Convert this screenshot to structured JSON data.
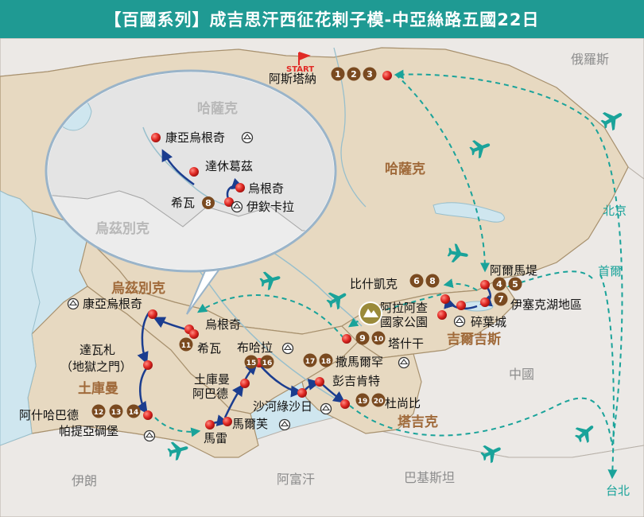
{
  "title": "【百國系列】成吉思汗西征花剌子模-中亞絲路五國22日",
  "start_label": "START",
  "colors": {
    "title_bg": "#1f9a93",
    "land_main": "#e7d9c1",
    "land_other": "#ece9e6",
    "water": "#cfe6ef",
    "route": "#1b3d8f",
    "flight": "#1aa39a",
    "pin": "#e12a25",
    "badge": "#7a4a20",
    "country_main": "#a06a3a",
    "country_other": "#8d8d8d"
  },
  "countries": [
    {
      "id": "kz",
      "label": "哈薩克",
      "main": true
    },
    {
      "id": "uz",
      "label": "烏茲別克",
      "main": true
    },
    {
      "id": "tm",
      "label": "土庫曼",
      "main": true
    },
    {
      "id": "kg",
      "label": "吉爾吉斯",
      "main": true
    },
    {
      "id": "tj",
      "label": "塔吉克",
      "main": true
    },
    {
      "id": "ru",
      "label": "俄羅斯",
      "main": false
    },
    {
      "id": "cn",
      "label": "中國",
      "main": false
    },
    {
      "id": "ir",
      "label": "伊朗",
      "main": false
    },
    {
      "id": "af",
      "label": "阿富汗",
      "main": false
    },
    {
      "id": "pk",
      "label": "巴基斯坦",
      "main": false
    }
  ],
  "inset": {
    "kz_label": "哈薩克",
    "uz_label": "烏茲別克",
    "stops": [
      "康亞烏根奇",
      "達休葛茲",
      "烏根奇",
      "希瓦",
      "伊欽卡拉"
    ],
    "day": "8"
  },
  "cities": [
    {
      "id": "astana",
      "label": "阿斯塔納",
      "days": [
        "1",
        "2",
        "3"
      ]
    },
    {
      "id": "almaty",
      "label": "阿爾馬堤",
      "days": [
        "4",
        "5"
      ]
    },
    {
      "id": "issyk",
      "label": "伊塞克湖地區",
      "days": [
        "7"
      ]
    },
    {
      "id": "suyab",
      "label": "碎葉城",
      "days": []
    },
    {
      "id": "bishkek",
      "label": "比什凱克",
      "days": [
        "6",
        "8"
      ]
    },
    {
      "id": "alaarcha1",
      "label": "阿拉阿查",
      "days": []
    },
    {
      "id": "alaarcha2",
      "label": "國家公園",
      "days": []
    },
    {
      "id": "tashkent",
      "label": "塔什干",
      "days": [
        "9",
        "10"
      ]
    },
    {
      "id": "kunya",
      "label": "康亞烏根奇",
      "days": []
    },
    {
      "id": "urgench",
      "label": "烏根奇",
      "days": []
    },
    {
      "id": "khiva",
      "label": "希瓦",
      "days": [
        "11"
      ]
    },
    {
      "id": "darvaza1",
      "label": "達瓦札",
      "days": []
    },
    {
      "id": "darvaza2",
      "label": "（地獄之門）",
      "days": []
    },
    {
      "id": "ashgabat",
      "label": "阿什哈巴德",
      "days": [
        "12",
        "13",
        "14"
      ]
    },
    {
      "id": "nisa",
      "label": "帕提亞碉堡",
      "days": []
    },
    {
      "id": "turk1",
      "label": "土庫曼",
      "days": []
    },
    {
      "id": "turk2",
      "label": "阿巴德",
      "days": []
    },
    {
      "id": "mary",
      "label": "馬雷",
      "days": []
    },
    {
      "id": "merv",
      "label": "馬爾芙",
      "days": []
    },
    {
      "id": "bukhara",
      "label": "布哈拉",
      "days": [
        "15",
        "16"
      ]
    },
    {
      "id": "shahr",
      "label": "沙河綠沙日",
      "days": []
    },
    {
      "id": "samarkand",
      "label": "撒馬爾罕",
      "days": [
        "17",
        "18"
      ]
    },
    {
      "id": "panjakent",
      "label": "彭吉肯特",
      "days": []
    },
    {
      "id": "dushanbe",
      "label": "杜尚比",
      "days": [
        "19",
        "20"
      ]
    }
  ],
  "hubs": [
    {
      "id": "beijing",
      "label": "北京"
    },
    {
      "id": "seoul",
      "label": "首爾"
    },
    {
      "id": "taipei",
      "label": "台北"
    }
  ]
}
